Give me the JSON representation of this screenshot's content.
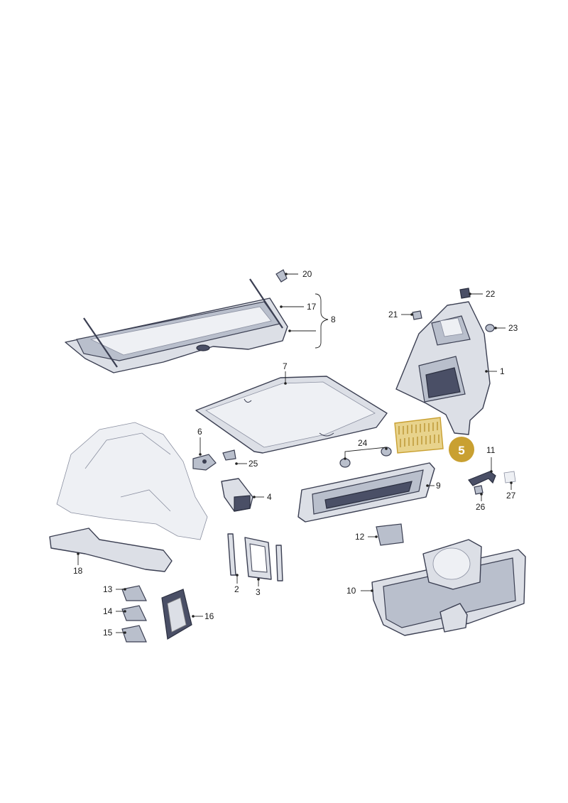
{
  "diagram": {
    "labels": {
      "p1": "1",
      "p2": "2",
      "p3": "3",
      "p4": "4",
      "p5": "5",
      "p6": "6",
      "p7": "7",
      "p8": "8",
      "p9": "9",
      "p10": "10",
      "p11": "11",
      "p12": "12",
      "p13": "13",
      "p14": "14",
      "p15": "15",
      "p16": "16",
      "p17": "17",
      "p18": "18",
      "p20": "20",
      "p21": "21",
      "p22": "22",
      "p23": "23",
      "p24": "24",
      "p25": "25",
      "p26": "26",
      "p27": "27"
    },
    "highlight": {
      "part": "5",
      "color": "#c9a031",
      "fill": "#e8d38c"
    },
    "colors": {
      "stroke": "#3b3f52",
      "part_fill": "#dcdfe6",
      "dark": "#4a4f66"
    }
  }
}
